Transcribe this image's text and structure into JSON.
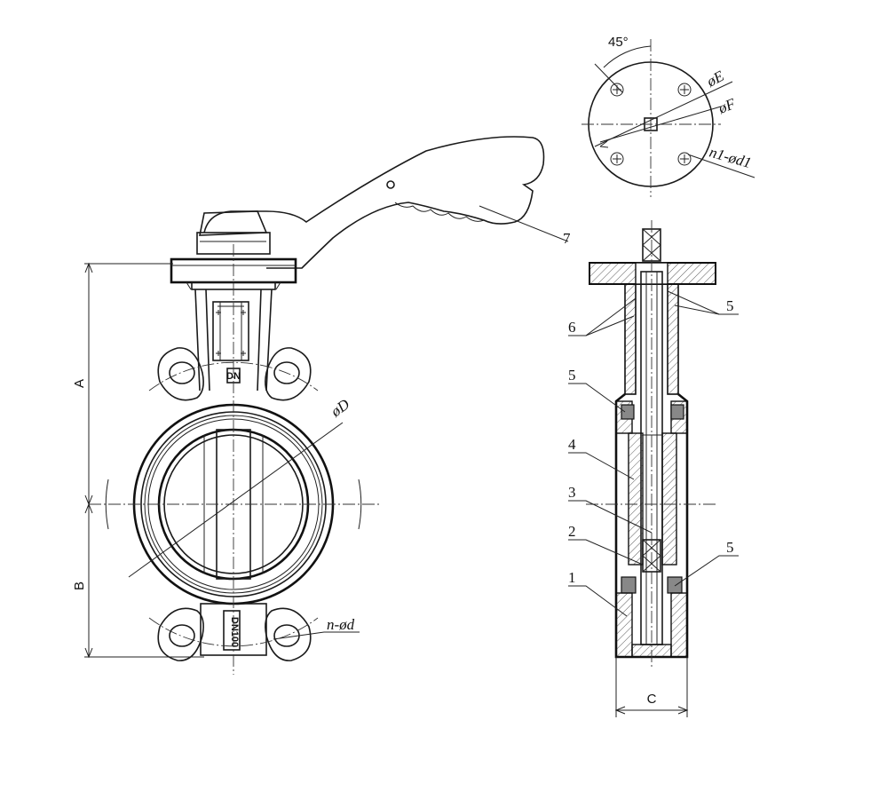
{
  "dimensions": {
    "A": "A",
    "B": "B",
    "C": "C",
    "D": "øD",
    "E": "øE",
    "F": "øF",
    "bolt_holes": "n-ød",
    "flange_holes": "n1-ød1",
    "angle": "45°"
  },
  "parts": {
    "p1": "1",
    "p2": "2",
    "p3": "3",
    "p4": "4",
    "p5_top": "5",
    "p5_mid": "5",
    "p5_bot": "5",
    "p6": "6",
    "p7": "7"
  },
  "body_marks": {
    "top_mark": "DN",
    "bottom_mark": "DN100"
  }
}
